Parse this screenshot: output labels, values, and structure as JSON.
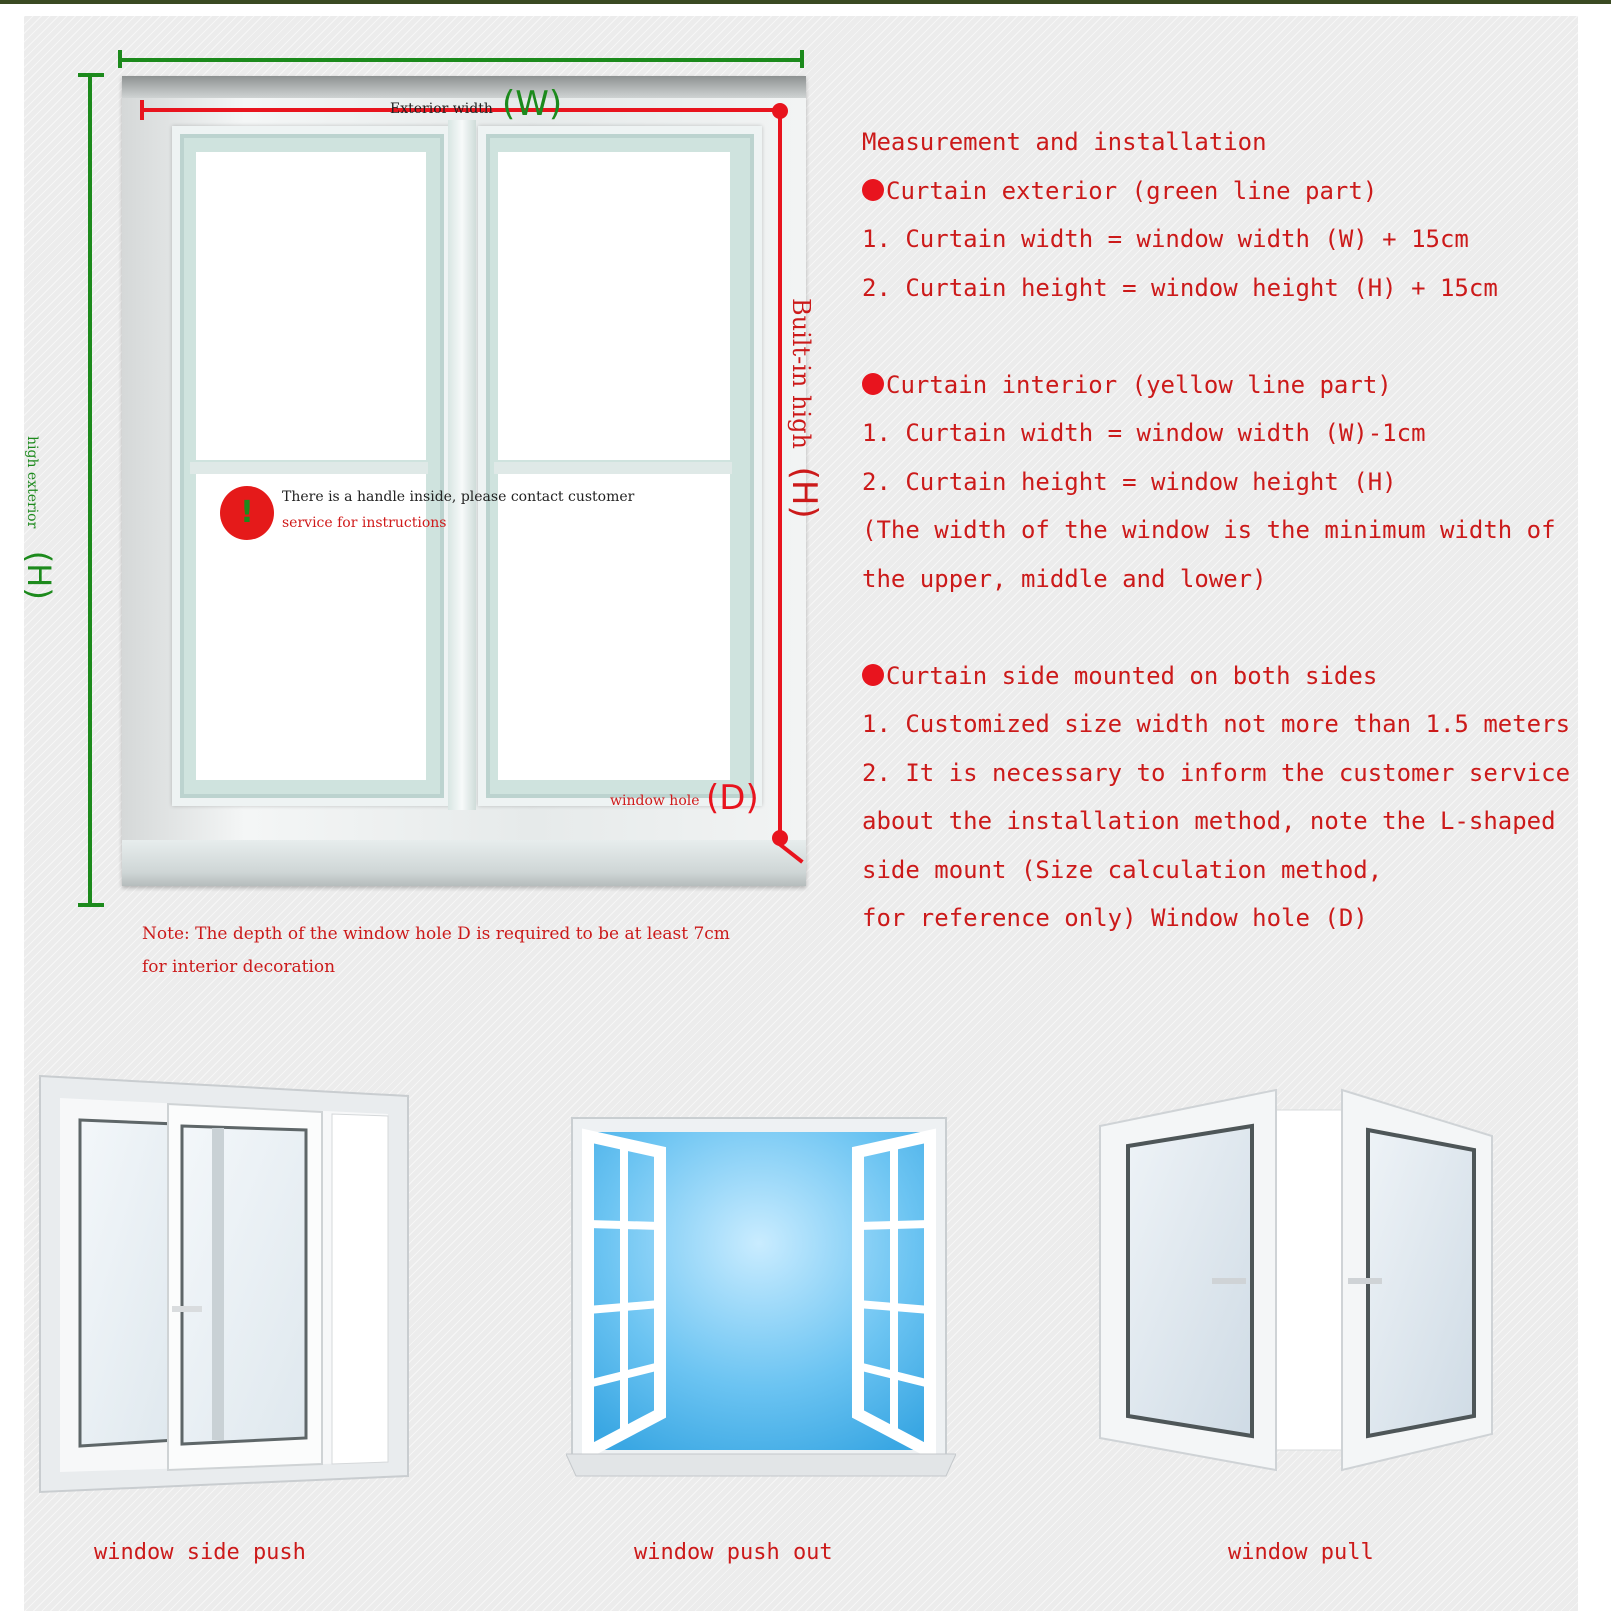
{
  "diagram": {
    "exterior_width_label": "Exterior width",
    "w_symbol": "(W)",
    "built_in_high_label": "Built-in high",
    "built_in_h_symbol": "(H)",
    "high_exterior_label": "high exterior",
    "high_exterior_h_symbol": "(H)",
    "warning_icon_glyph": "!",
    "handle_note_line1": "There is a handle inside, please contact customer",
    "handle_note_line2": "service for instructions",
    "window_hole_label": "window hole",
    "d_symbol": "(D)",
    "depth_note_line1": "Note: The depth of the window hole D is required to be at least 7cm",
    "depth_note_line2": "for interior decoration"
  },
  "instructions": {
    "title": "Measurement and installation",
    "exterior": {
      "heading": "Curtain exterior (green line part)",
      "line1": "1. Curtain width = window width (W) + 15cm",
      "line2": "2. Curtain height = window height (H) + 15cm"
    },
    "interior": {
      "heading": "Curtain interior (yellow line part)",
      "line1": "1. Curtain width = window width (W)-1cm",
      "line2": "2. Curtain height = window height (H)",
      "line3": "(The width of the window is the minimum width of",
      "line4": "the upper, middle and lower)"
    },
    "side": {
      "heading": "Curtain side mounted on both sides",
      "line1": "1. Customized size width not more than 1.5 meters",
      "line2": "2. It is necessary to inform the customer service",
      "line3": "about the installation method, note the L-shaped",
      "line4": "side mount (Size calculation method,",
      "line5": "for reference only) Window hole (D)"
    }
  },
  "window_types": [
    {
      "caption": "window side push"
    },
    {
      "caption": "window push out"
    },
    {
      "caption": "window pull"
    }
  ],
  "colors": {
    "accent_red": "#e8141e",
    "text_red": "#cc1a1a",
    "exterior_green": "#1c8a1c",
    "sky_blue": "#4fb6ea"
  }
}
